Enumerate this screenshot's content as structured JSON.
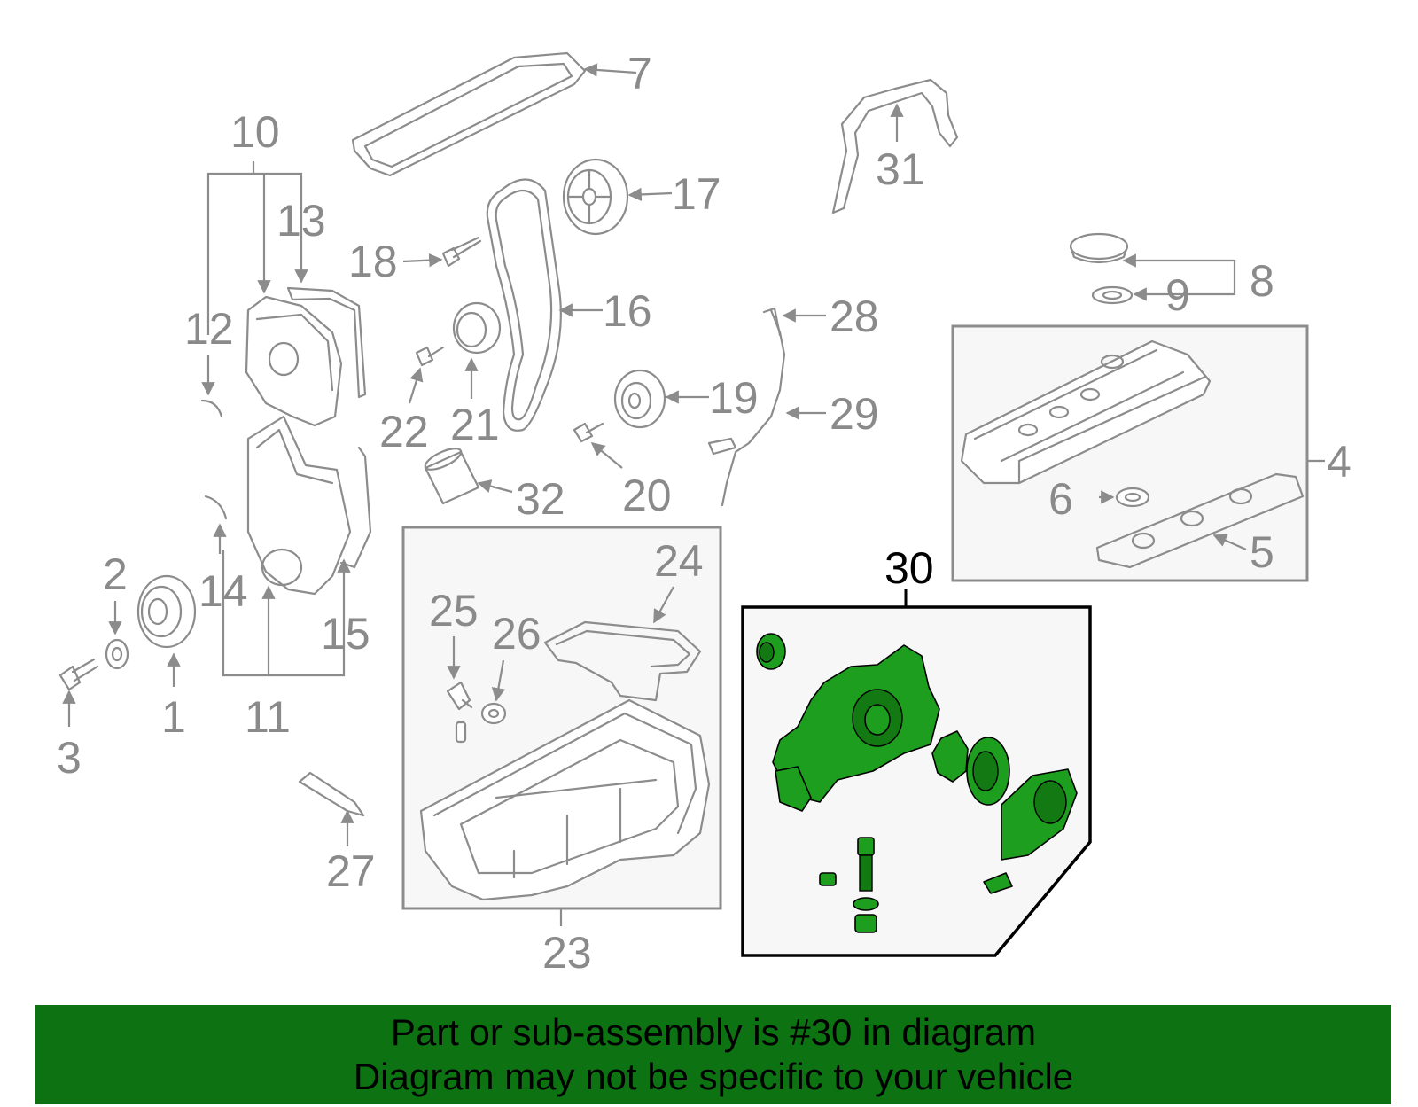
{
  "diagram": {
    "highlight_color": "#1e9e1e",
    "banner_color": "#0d7312",
    "callouts": [
      "1",
      "2",
      "3",
      "4",
      "5",
      "6",
      "7",
      "8",
      "9",
      "10",
      "11",
      "12",
      "13",
      "14",
      "15",
      "16",
      "17",
      "18",
      "19",
      "20",
      "21",
      "22",
      "23",
      "24",
      "25",
      "26",
      "27",
      "28",
      "29",
      "30",
      "31",
      "32"
    ]
  },
  "banner": {
    "line1": "Part or sub-assembly is #30 in diagram",
    "line2": "Diagram may not be specific to your vehicle"
  }
}
